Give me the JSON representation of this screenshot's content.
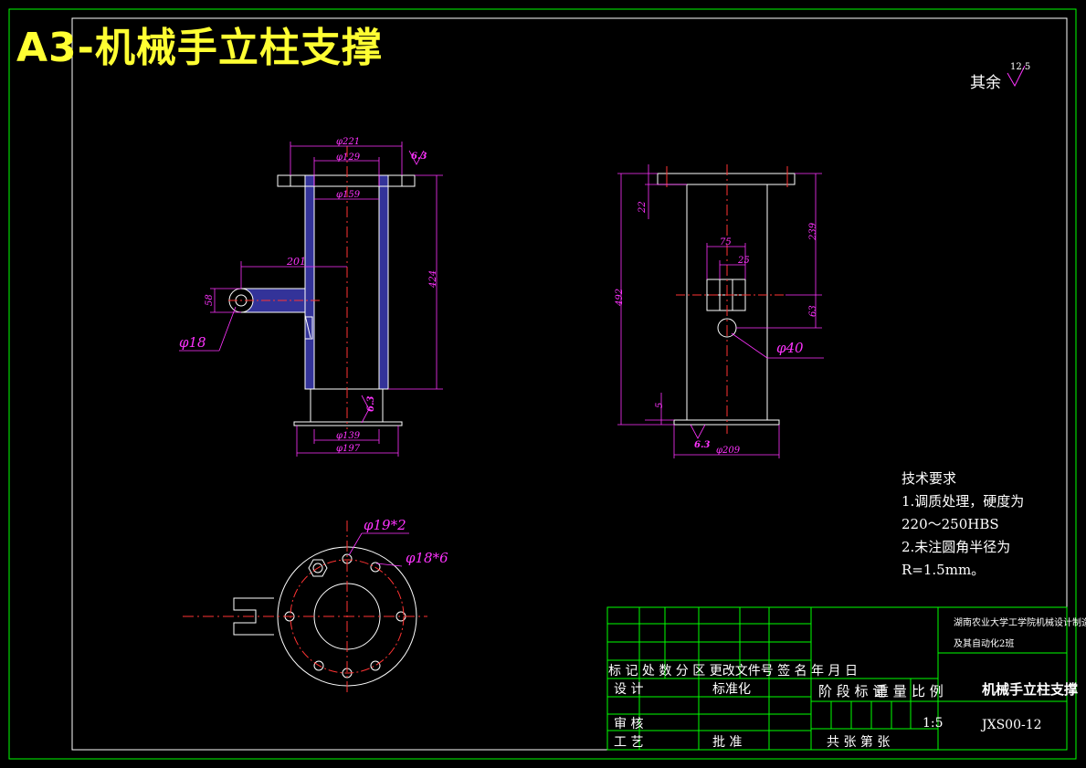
{
  "drawing_title": "A3-机械手立柱支撑",
  "roughness_note": {
    "label": "其余",
    "value": "12.5"
  },
  "dimensions": {
    "top_flange_outer": "φ221",
    "top_flange_inner": "φ129",
    "tube_dia": "φ159",
    "arm_offset": "201",
    "arm_width": "58",
    "pin_hole": "φ18",
    "column_height": "424",
    "base_dia_139": "φ139",
    "base_dia_197": "φ197",
    "roughness_top": "6.3",
    "roughness_base": "6.3",
    "side_flange": "22",
    "side_total": "492",
    "side_upper": "239",
    "slot_width": "75",
    "slot_inner": "25",
    "hole_offset": "63",
    "side_hole": "φ40",
    "base_plate": "5",
    "base_dia_209": "φ209",
    "roughness_side": "6.3",
    "bolt_holes_small": "φ19*2",
    "bolt_holes_large": "φ18*6"
  },
  "tech_requirements": {
    "title": "技术要求",
    "line1": "1.调质处理，硬度为",
    "line2": "220～250HBS",
    "line3": "2.未注圆角半径为",
    "line4": "R=1.5mm。"
  },
  "title_block": {
    "school": "湖南农业大学工学院机械设计制造",
    "major": "及其自动化2班",
    "header_row": "标 记 处 数 分 区 更改文件号 签 名 年 月 日",
    "design": "设 计",
    "standard": "标准化",
    "stage": "阶 段 标 记",
    "weight": "重 量",
    "ratio": "比 例",
    "part_name": "机械手立柱支撑",
    "review": "审 核",
    "process": "工 艺",
    "approve": "批 准",
    "scale": "1:5",
    "sheets": "共  张  第  张",
    "drawing_no": "JXS00-12"
  }
}
